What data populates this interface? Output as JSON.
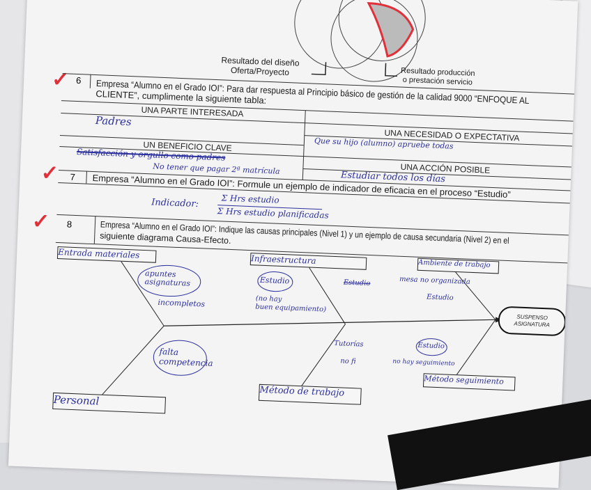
{
  "venn": {
    "label_design_1": "Resultado del diseño",
    "label_design_2": "Oferta/Proyecto",
    "label_production_1": "Resultado producción",
    "label_production_2": "o prestación servicio",
    "accent_color": "#e0303a"
  },
  "q6": {
    "number": "6",
    "text_1": "Empresa “Alumno en el Grado IOI”: Para dar respuesta al Principio básico de gestión de la calidad 9000 “ENFOQUE AL",
    "text_2": "CLIENTE”, cumplimente la siguiente tabla:",
    "headers": {
      "party": "UNA PARTE INTERESADA",
      "need": "UNA NECESIDAD O EXPECTATIVA",
      "benefit": "UN BENEFICIO CLAVE",
      "action": "UNA ACCIÓN POSIBLE"
    },
    "answers": {
      "party": "Padres",
      "need": "Que su hijo (alumno) apruebe todas",
      "benefit_struck": "Satisfacción y orgullo como padres",
      "benefit": "No tener que pagar 2ª matrícula",
      "action": "Estudiar todos los días"
    }
  },
  "q7": {
    "number": "7",
    "text": "Empresa “Alumno en el Grado IOI”: Formule un ejemplo de indicador de eficacia en el proceso “Estudio”",
    "answer_label": "Indicador:",
    "numerator": "Σ Hrs estudio",
    "denominator": "Σ Hrs estudio planificadas"
  },
  "q8": {
    "number": "8",
    "text_1": "Empresa “Alumno en el Grado IOI”: Indique las causas principales (Nivel 1) y un ejemplo de causa secundaria (Nivel 2) en el",
    "text_2": "siguiente diagrama Causa-Efecto."
  },
  "fishbone": {
    "effect_1": "SUSPENSO",
    "effect_2": "ASIGNATURA",
    "categories": {
      "entrada": "Entrada materiales",
      "infraestructura": "Infraestructura",
      "ambiente": "Ambiente de trabajo",
      "personal": "Personal",
      "metodo_trabajo": "Método de trabajo",
      "metodo_seguimiento": "Método seguimiento"
    },
    "notes": {
      "apuntes_1": "apuntes",
      "apuntes_2": "asignaturas",
      "incompletos": "incompletos",
      "estudio_infra": "Estudio",
      "no_hay_1": "(no hay",
      "no_hay_2": "buen equipamiento)",
      "estudio_struck": "Estudio",
      "mesa": "mesa no organizada",
      "estudio_amb": "Estudio",
      "falta_1": "falta",
      "falta_2": "competencia",
      "tutorias": "Tutorías",
      "no_fi": "no fi",
      "estudio_seg": "Estudio",
      "no_hay_seg": "no hay seguimiento"
    }
  }
}
